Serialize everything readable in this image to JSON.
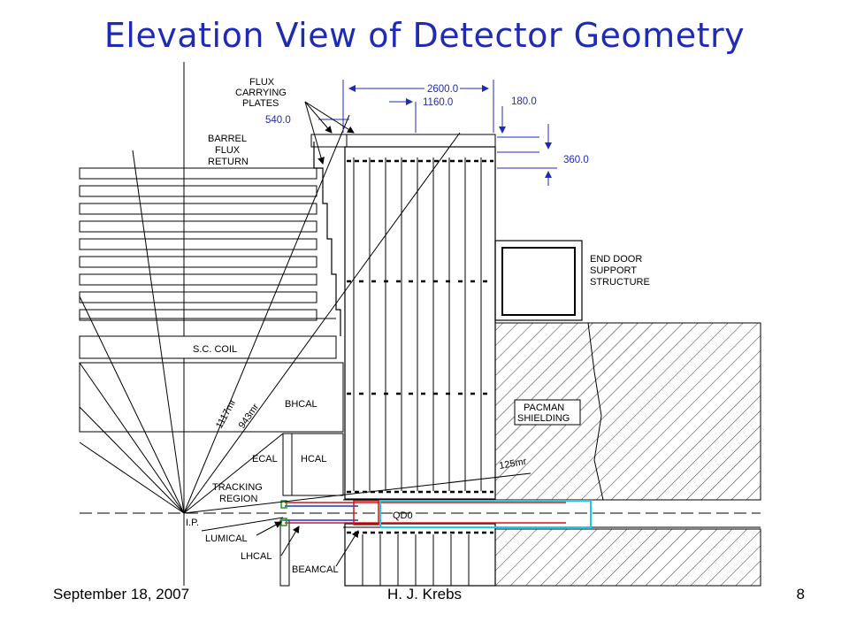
{
  "slide": {
    "title": "Elevation View of Detector Geometry",
    "footer_date": "September 18, 2007",
    "footer_author": "H. J. Krebs",
    "page_number": "8"
  },
  "diagram": {
    "dimensions": {
      "total_width": "2600.0",
      "inner_width": "1160.0",
      "top_offset": "180.0",
      "plate_gap": "540.0",
      "door_height": "360.0"
    },
    "labels": {
      "flux_plates_1": "FLUX",
      "flux_plates_2": "CARRYING",
      "flux_plates_3": "PLATES",
      "barrel_1": "BARREL",
      "barrel_2": "FLUX",
      "barrel_3": "RETURN",
      "end_door_1": "END DOOR",
      "end_door_2": "SUPPORT",
      "end_door_3": "STRUCTURE",
      "sc_coil": "S.C. COIL",
      "bhcal": "BHCAL",
      "ecal": "ECAL",
      "hcal": "HCAL",
      "tracking_1": "TRACKING",
      "tracking_2": "REGION",
      "ip": "I.P.",
      "lumical": "LUMICAL",
      "lhcal": "LHCAL",
      "beamcal": "BEAMCAL",
      "qd0": "QD0",
      "pacman_1": "PACMAN",
      "pacman_2": "SHIELDING",
      "angle_1117": "1117mr",
      "angle_943": "943mr",
      "angle_125": "125mr"
    },
    "colors": {
      "title": "#1f2bb5",
      "dimension": "#1f2bb5",
      "beam_red": "#d01818",
      "beam_blue": "#2030c0",
      "qd0_cyan": "#22c8e8",
      "green_marker": "#18a018"
    }
  }
}
